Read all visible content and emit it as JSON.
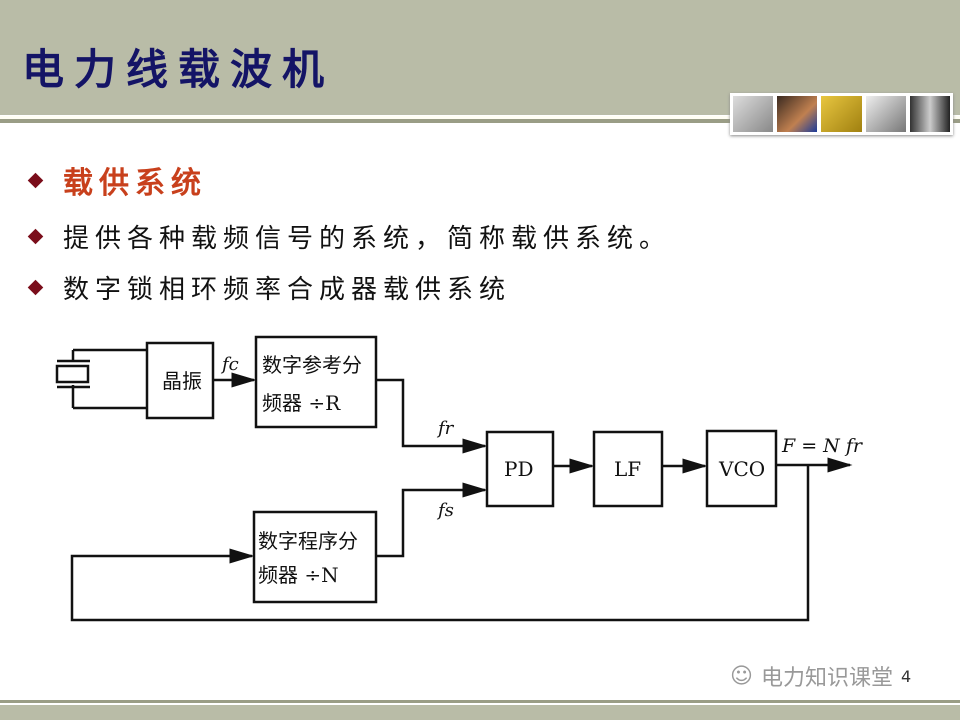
{
  "title": "电力线载波机",
  "bullets": [
    "载供系统",
    "提供各种载频信号的系统，简称载供系统。",
    "数字锁相环频率合成器载供系统"
  ],
  "diagram": {
    "crystal_osc": "晶振",
    "ref_div_line1": "数字参考分",
    "ref_div_line2": "频器  ÷R",
    "prog_div_line1": "数字程序分",
    "prog_div_line2": "频器  ÷N",
    "pd": "PD",
    "lf": "LF",
    "vco": "VCO",
    "fc": "fc",
    "fr": "fr",
    "fs": "fs",
    "output": "F = N fr"
  },
  "watermark": "电力知识课堂",
  "page_number": "4"
}
